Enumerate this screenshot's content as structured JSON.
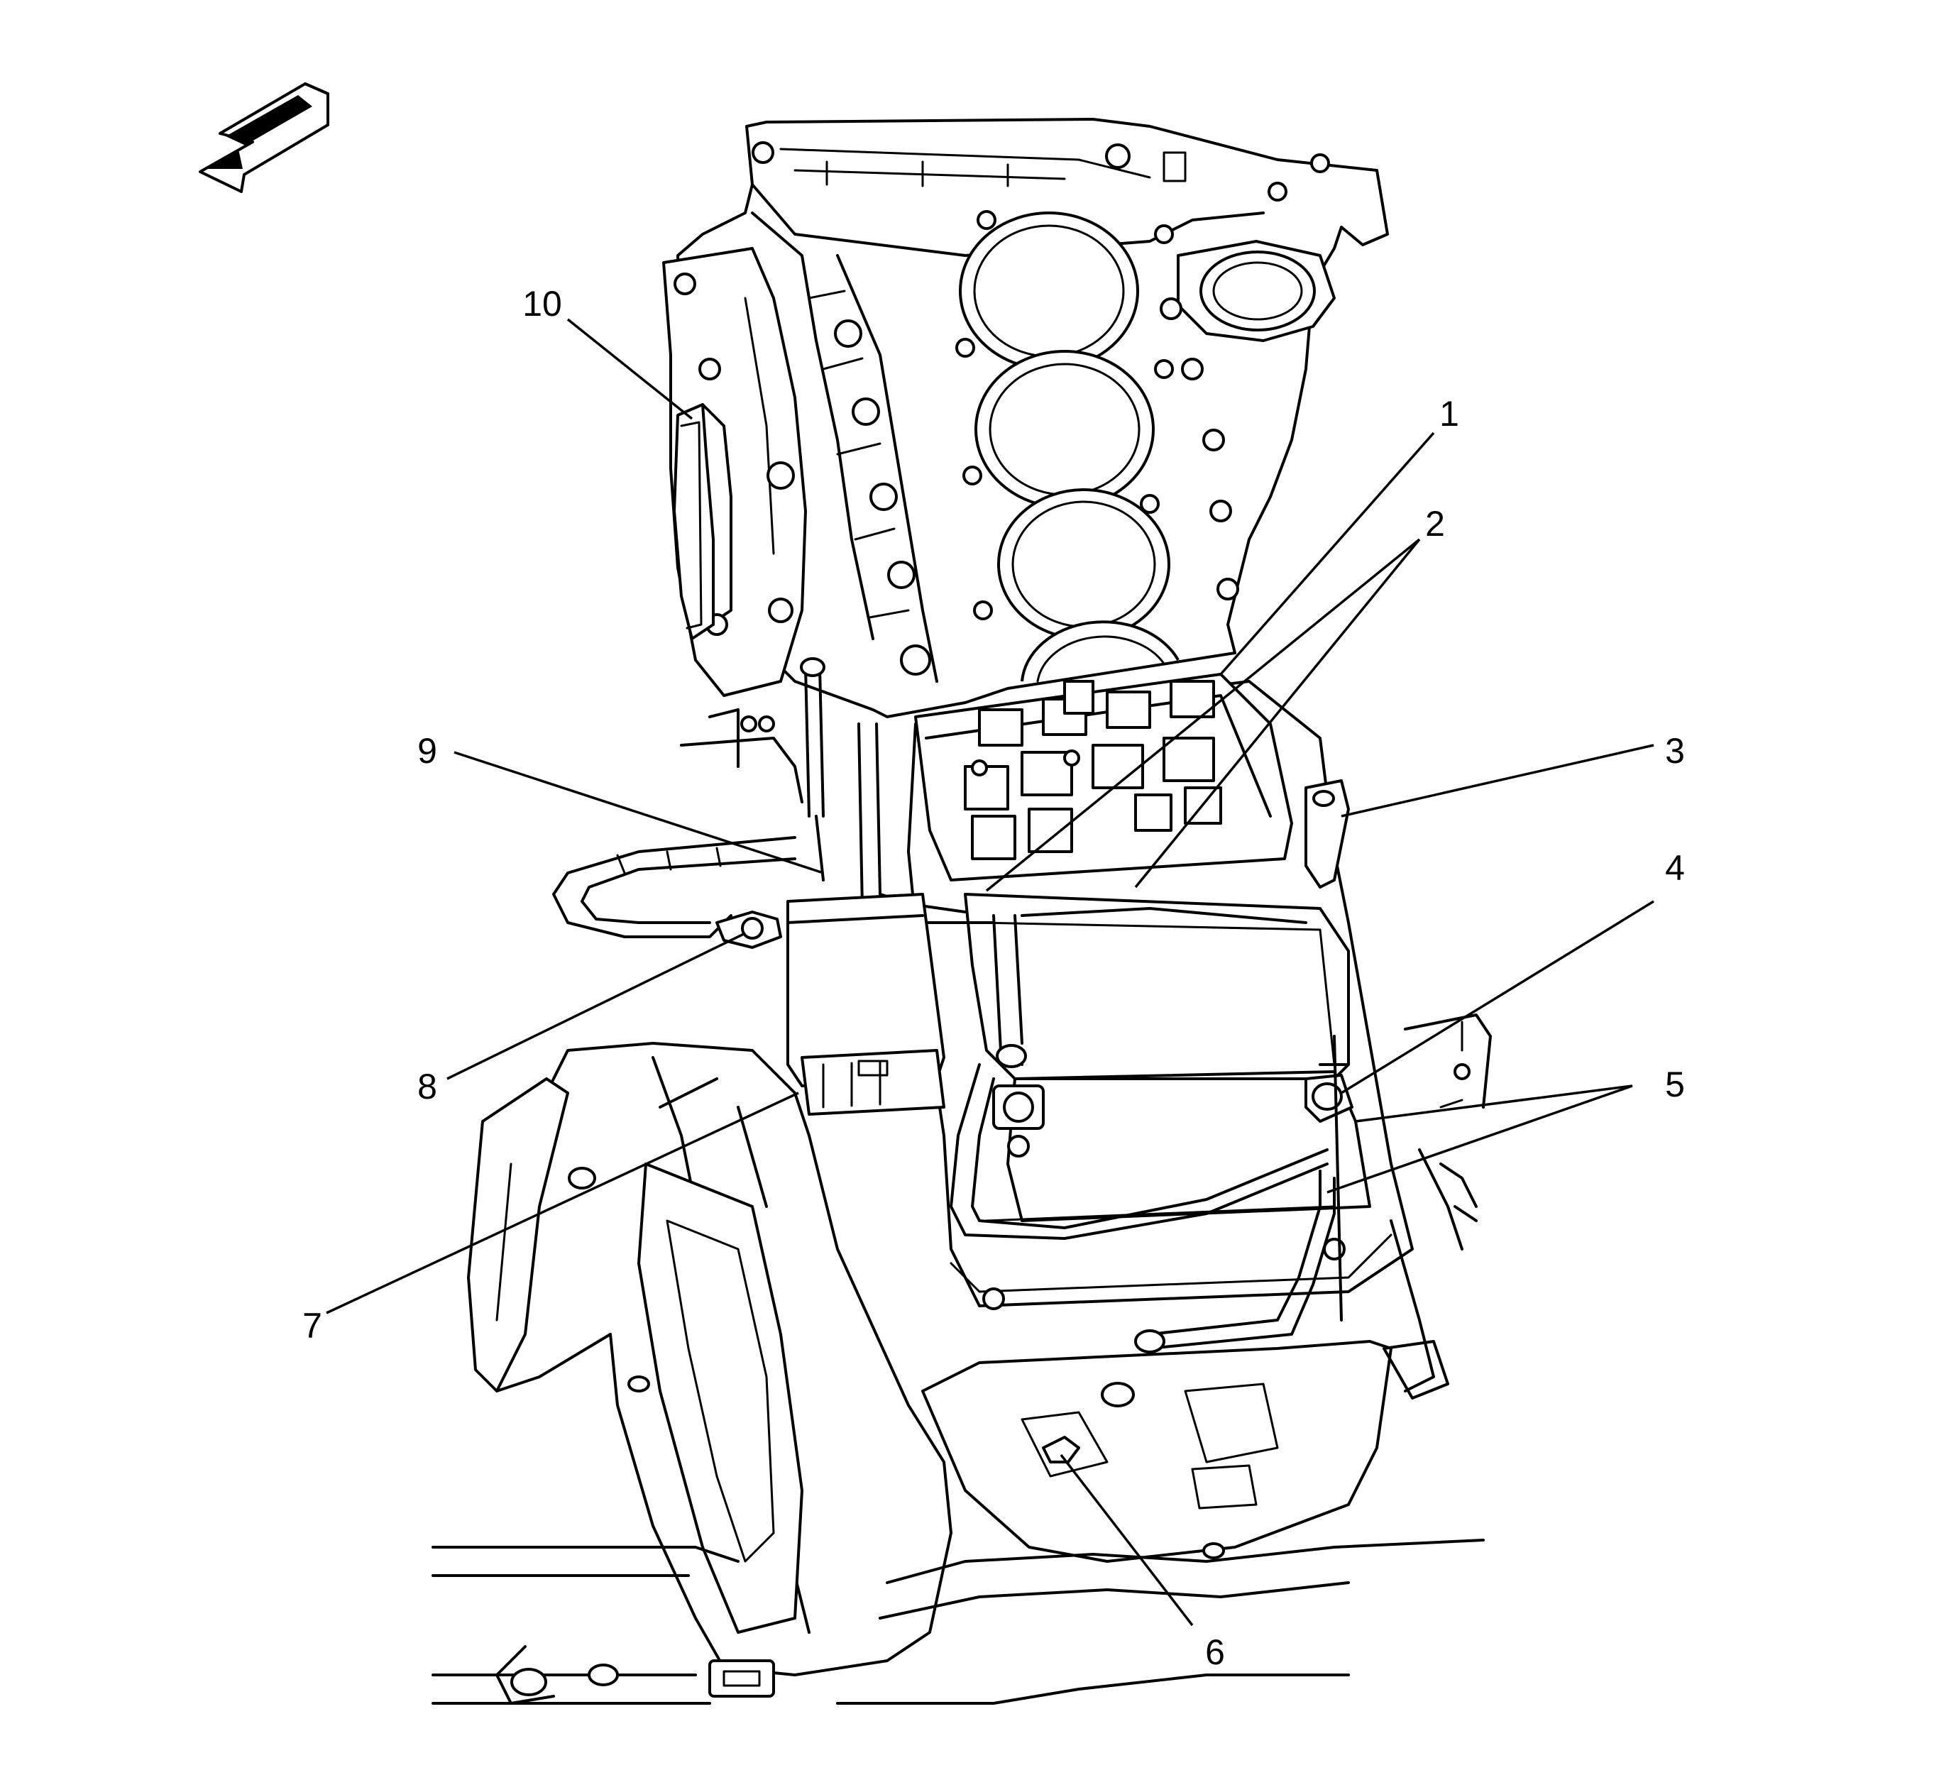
{
  "callouts": [
    {
      "id": "c1",
      "label": "1"
    },
    {
      "id": "c2",
      "label": "2"
    },
    {
      "id": "c3",
      "label": "3"
    },
    {
      "id": "c4",
      "label": "4"
    },
    {
      "id": "c5",
      "label": "5"
    },
    {
      "id": "c6",
      "label": "6"
    },
    {
      "id": "c7",
      "label": "7"
    },
    {
      "id": "c8",
      "label": "8"
    },
    {
      "id": "c9",
      "label": "9"
    },
    {
      "id": "c10",
      "label": "10"
    }
  ],
  "icons": {
    "direction_arrow": "forward-direction-arrow-icon"
  }
}
